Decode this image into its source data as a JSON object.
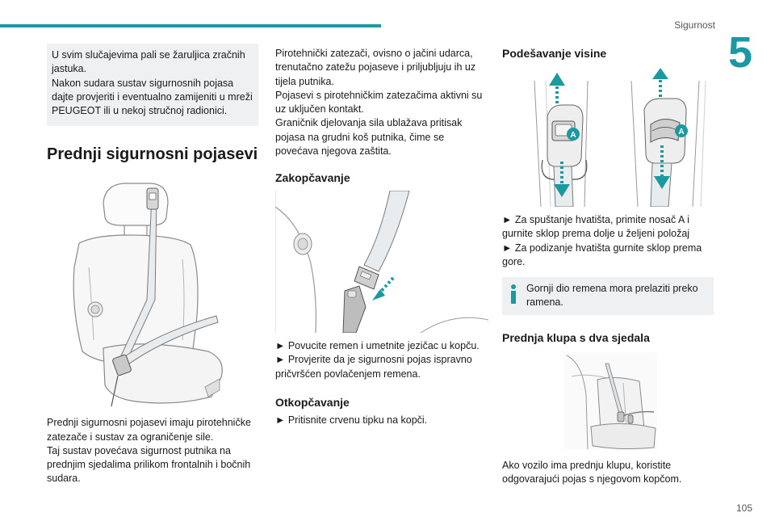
{
  "header": {
    "section": "Sigurnost",
    "chapter": "5"
  },
  "col1": {
    "note_lines": [
      "U svim slučajevima pali se žaruljica zračnih jastuka.",
      "Nakon sudara sustav sigurnosnih pojasa dajte provjeriti i eventualno zamijeniti u mreži PEUGEOT ili u nekoj stručnoj radionici."
    ],
    "title": "Prednji sigurnosni pojasevi",
    "body_lines": [
      "Prednji sigurnosni pojasevi imaju pirotehničke zatezače i sustav za ograničenje sile.",
      "Taj sustav povećava sigurnost putnika na prednjim sjedalima prilikom frontalnih i bočnih sudara."
    ]
  },
  "col2": {
    "intro_lines": [
      "Pirotehnički zatezači, ovisno o jačini udarca, trenutačno zatežu pojaseve i priljubljuju ih uz tijela putnika.",
      "Pojasevi s pirotehničkim zatezačima aktivni su uz uključen kontakt.",
      "Graničnik djelovanja sila ublažava pritisak pojasa na grudni koš putnika, čime se povećava njegova zaštita."
    ],
    "fasten_title": "Zakopčavanje",
    "fasten_lines": [
      "► Povucite remen i umetnite jezičac u kopču.",
      "► Provjerite da je sigurnosni pojas ispravno pričvršćen povlačenjem remena."
    ],
    "unfasten_title": "Otkopčavanje",
    "unfasten_lines": [
      "► Pritisnite crvenu tipku na kopči."
    ]
  },
  "col3": {
    "height_title": "Podešavanje visine",
    "badge_label": "A",
    "height_lines": [
      "► Za spuštanje hvatišta, primite nosač A i gurnite sklop prema dolje u željeni položaj",
      "► Za podizanje hvatišta gurnite sklop prema gore."
    ],
    "info_text": "Gornji dio remena mora prelaziti preko ramena.",
    "bench_title": "Prednja klupa s dva sjedala",
    "bench_lines": [
      "Ako vozilo ima prednju klupu, koristite odgovarajući pojas s njegovom kopčom."
    ]
  },
  "footer": {
    "page": "105"
  },
  "colors": {
    "accent": "#1a9aa0",
    "box_bg": "#eef0f2"
  }
}
